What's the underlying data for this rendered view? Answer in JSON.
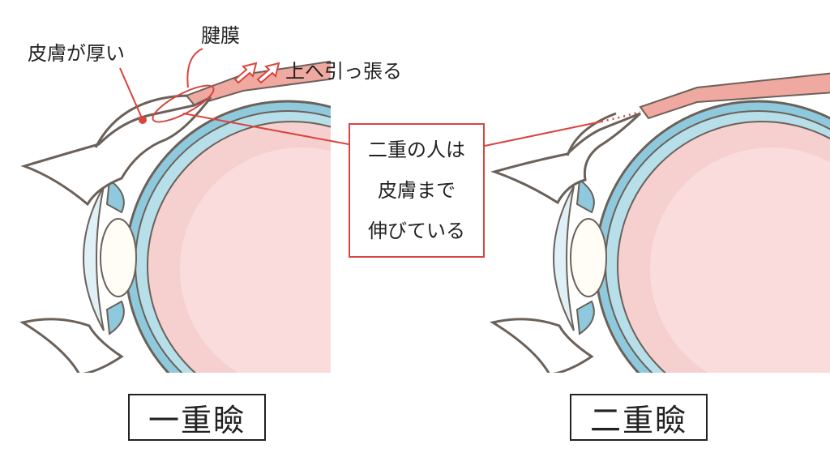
{
  "labels": {
    "skin_thick": "皮膚が厚い",
    "tendon": "腱膜",
    "pull_up": "上へ引っ張る"
  },
  "center_box": {
    "line1": "二重の人は",
    "line2": "皮膚まで",
    "line3": "伸びている"
  },
  "titles": {
    "single": "一重瞼",
    "double": "二重瞼"
  },
  "colors": {
    "accent_red": "#d9443f",
    "outline": "#6b6159",
    "sclera": "#8fc9dd",
    "eyeball": "#f6cfcf",
    "eyeball_inner": "#fbdcdc",
    "muscle": "#f0a9a0",
    "skin": "#ffffff"
  }
}
